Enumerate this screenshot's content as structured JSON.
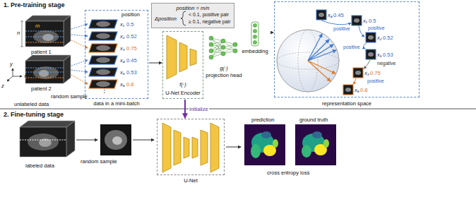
{
  "diagram": {
    "nodes": [
      {
        "text": [
          "1. Pre-training stage"
        ]
      },
      {
        "text": [
          "position",
          "data in a mini-batch"
        ],
        "in": 0
      },
      {
        "text": [
          "position = m/n",
          "Δposition",
          "< 0.1, positive pair",
          "≥ 0.1, negative pair"
        ],
        "in": 0
      },
      {
        "text": [
          "f(·)",
          "U-Net Encoder"
        ],
        "in": 0
      },
      {
        "text": [
          "g(·)",
          "projection head"
        ],
        "in": 0
      },
      {
        "text": [
          "embedding"
        ],
        "in": 0
      },
      {
        "text": [
          "representation space"
        ],
        "in": 0
      },
      {
        "text": [
          "2. Fine-tuning stage"
        ]
      },
      {
        "text": [
          "U-Net"
        ],
        "in": 7
      }
    ],
    "edges": [
      {
        "from": 1,
        "to": 3,
        "arrow": "to"
      },
      {
        "from": 5,
        "to": 6,
        "arrow": "to"
      },
      {
        "from": 3,
        "to": 8,
        "arrow": "to",
        "label": "initialize"
      }
    ],
    "labels": [
      "m",
      "n",
      "y",
      "x",
      "z",
      "patient 1",
      "patient 2",
      "random sample",
      "unlabeled data",
      "x₁",
      "0.5",
      "x₂",
      "0.52",
      "x₃",
      "0.75",
      "x₄",
      "0.45",
      "x₅",
      "0.53",
      "x₆",
      "0.8",
      "⋮",
      "x₄",
      "0.45",
      "x₁",
      "0.5",
      "x₂",
      "0.52",
      "x₅",
      "0.53",
      "x₃",
      "0.75",
      "x₆",
      "0.8",
      "positive",
      "positive",
      "positive",
      "negative",
      "positive",
      "labeled data",
      "random sample",
      "prediction",
      "ground truth",
      "cross entropy loss"
    ]
  }
}
